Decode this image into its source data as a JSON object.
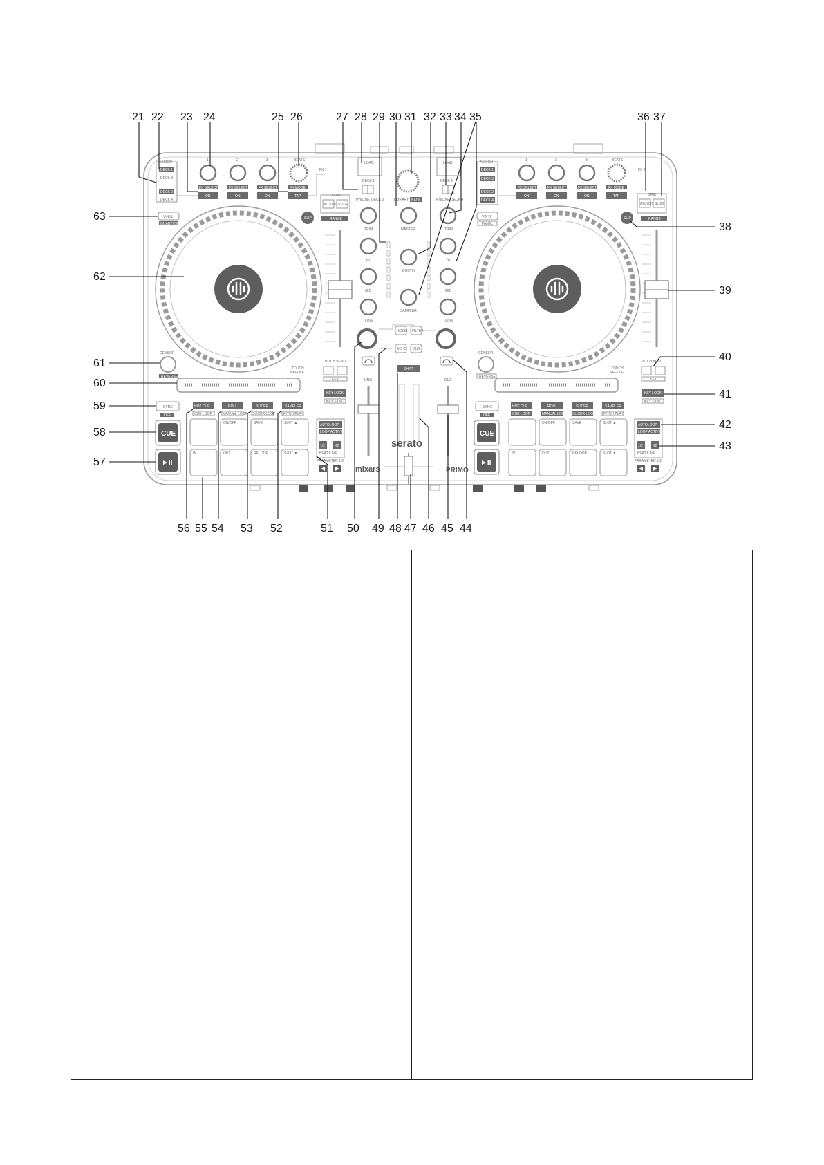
{
  "callouts_top": [
    "21",
    "22",
    "23",
    "24",
    "25",
    "26",
    "27",
    "28",
    "29",
    "30",
    "31",
    "32",
    "33",
    "34",
    "35",
    "36",
    "37"
  ],
  "callouts_right": [
    "38",
    "39",
    "40",
    "41",
    "42",
    "43"
  ],
  "callouts_left": [
    "57",
    "58",
    "59",
    "60",
    "61",
    "62",
    "63"
  ],
  "callouts_bottom": [
    "44",
    "45",
    "46",
    "47",
    "48",
    "49",
    "50",
    "51",
    "52",
    "53",
    "54",
    "55",
    "56"
  ],
  "fx_left": {
    "assign": "ASSIGN",
    "deck_buttons": [
      "DECK 1",
      "DECK 3",
      "DECK 2",
      "DECK 4"
    ],
    "knob_numbers": [
      "1",
      "2",
      "3"
    ],
    "beats": "BEATS",
    "fx_label": "FX 1",
    "fx_select": "FX SELECT",
    "fx_mode": "FX MODE",
    "on": "ON",
    "tap": "TAP"
  },
  "fx_right": {
    "assign": "ASSIGN",
    "deck_buttons": [
      "DECK 1",
      "DECK 3",
      "DECK 2",
      "DECK 4"
    ],
    "knob_numbers": [
      "1",
      "2",
      "3"
    ],
    "beats": "BEATS",
    "fx_label": "FX 2",
    "fx_select": "FX SELECT",
    "fx_mode": "FX MODE",
    "on": "ON",
    "tap": "TAP"
  },
  "grid": {
    "label": "GRID",
    "adjust": "ADJUST",
    "slide": "SLIDE"
  },
  "slip": "SLIP",
  "range": "RANGE",
  "vinyl": "VINYL",
  "quantize": "QUANTIZE",
  "panel": "PANEL",
  "mixer": {
    "load": "LOAD",
    "deck_1": "DECK 1",
    "deck_3": "DECK 3",
    "deck_2": "DECK 2",
    "deck_4": "DECK 4",
    "phline": "PH/LINE",
    "library": "LIBRARY",
    "back": "BACK",
    "trim": "TRIM",
    "hi": "HI",
    "mid": "MID",
    "low": "LOW",
    "master": "MASTER",
    "booth": "BOOTH",
    "sampler": "SAMPLER",
    "filter_fx": [
      "NOISE",
      "FILTER",
      "ECHO",
      "DUB"
    ],
    "shift": "SHIFT",
    "uno": "UNO",
    "due": "DUE",
    "brand_serato": "serato",
    "brand_mixars": "mixars",
    "brand_primo": "PRIMO"
  },
  "censor": "CENSOR",
  "reverse": "REVERSE",
  "touch_needle": [
    "TOUCH",
    "NEEDLE"
  ],
  "pitch_bend": "PITCH BEND",
  "key": "KEY",
  "key_lock": "KEY LOCK",
  "key_sync": "KEY SYNC",
  "sync": "SYNC",
  "off": "OFF",
  "cue": "CUE",
  "play_pause": "►II",
  "pad_modes": [
    {
      "label": "HOT CUE",
      "sub": "CUE LOOP"
    },
    {
      "label": "ROLL",
      "sub": "MANUAL LOOP"
    },
    {
      "label": "SLICER",
      "sub": "SLICER LOOP"
    },
    {
      "label": "SAMPLER",
      "sub": "PITCH PLAY"
    }
  ],
  "pads_top": [
    "",
    "ON/OFF",
    "SAVE",
    "SLOT ▲"
  ],
  "pads_bottom": [
    "IN",
    "OUT",
    "RELOOP",
    "SLOT ▼"
  ],
  "autoloop": "AUTOLOOP",
  "loop_active": "LOOP ACTIVE",
  "half": "1/2",
  "double": "X2",
  "beat_jump": "BEATJUMP",
  "parameter": "PARAMETER 1 2",
  "colors": {
    "ink": "#1a1a1a",
    "outline": "#9a9a9a",
    "panel_fill": "#6b6b6b",
    "jog_center": "#5e5e5e"
  }
}
